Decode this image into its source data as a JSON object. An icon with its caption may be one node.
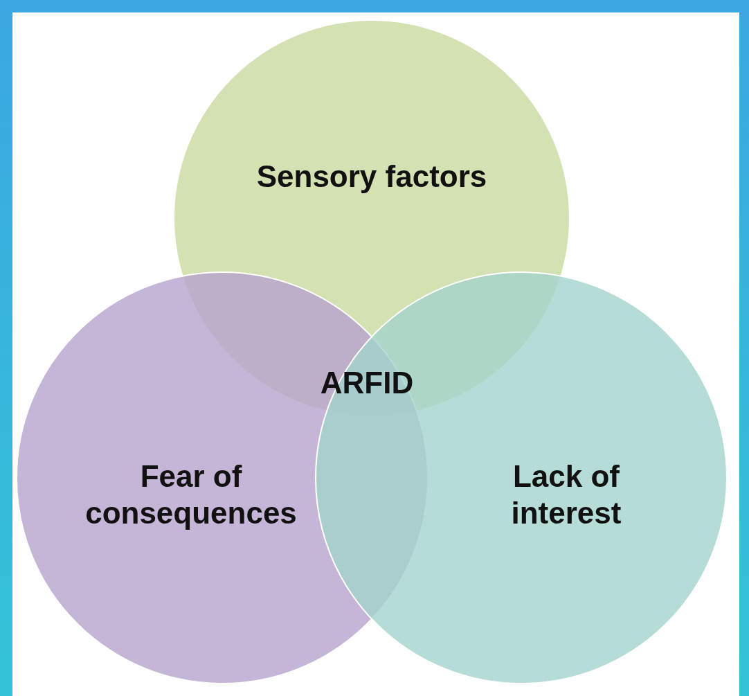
{
  "diagram": {
    "nodes": [
      {
        "text": [
          "Sensory factors"
        ]
      },
      {
        "text": [
          "Fear of consequences"
        ]
      },
      {
        "text": [
          "Lack of interest"
        ]
      }
    ],
    "labels": [
      "ARFID"
    ]
  }
}
